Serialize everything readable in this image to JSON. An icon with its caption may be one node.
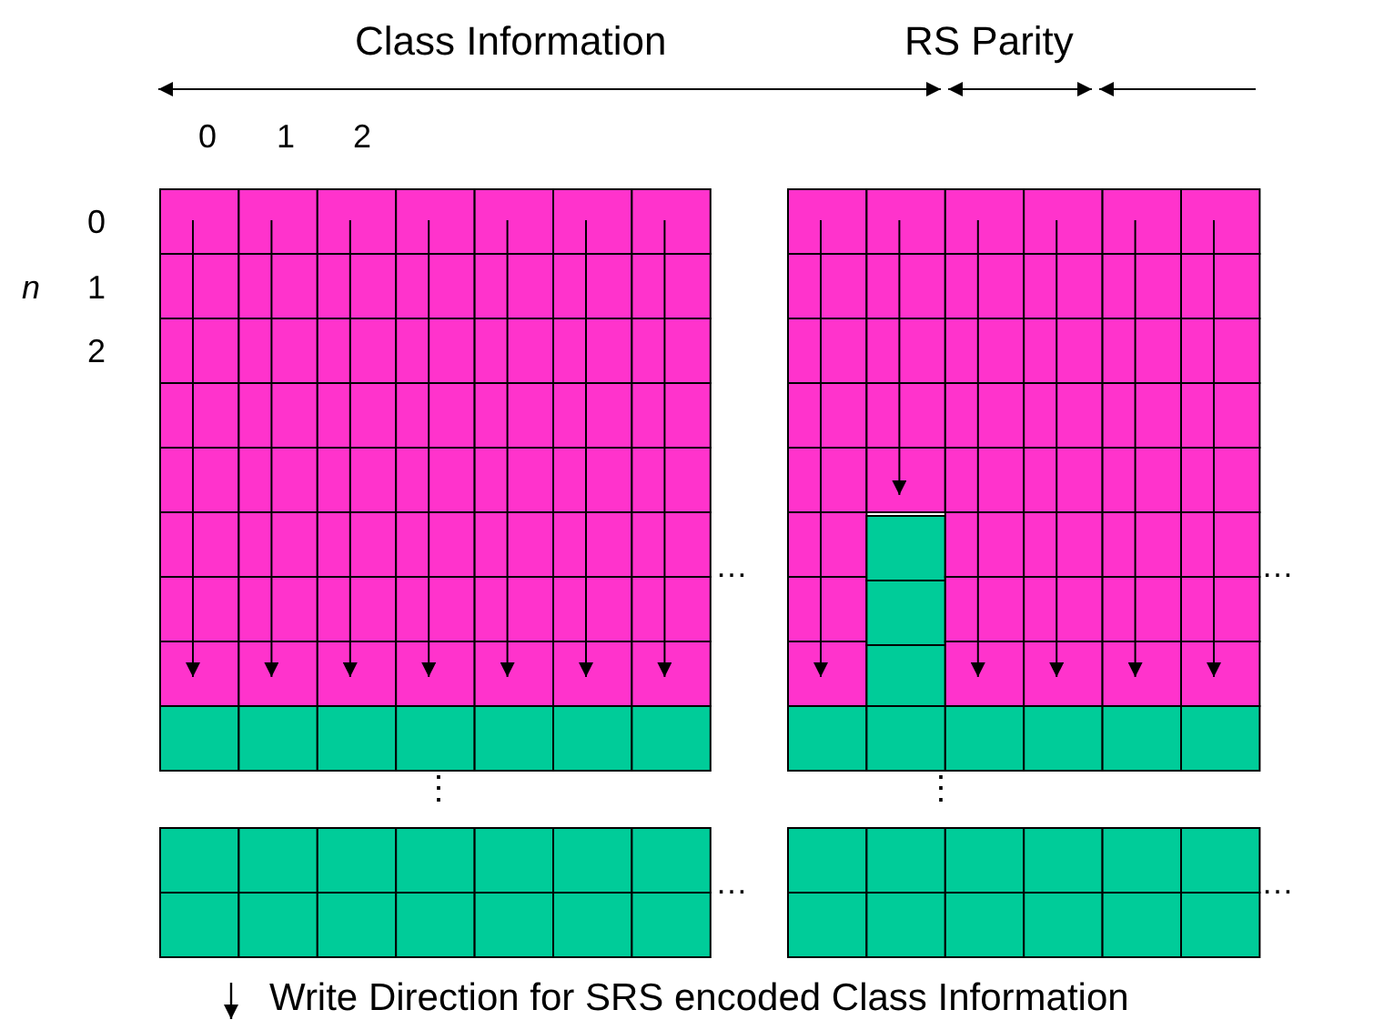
{
  "diagram": {
    "labels": [
      "Class Information",
      "RS Parity",
      "0",
      "1",
      "2",
      "0",
      "n",
      "1",
      "2",
      "…",
      "…",
      "⋮",
      "⋮",
      "…",
      "…"
    ],
    "legend": [
      {
        "text": "Write Direction for SRS encoded Class Information"
      }
    ]
  }
}
